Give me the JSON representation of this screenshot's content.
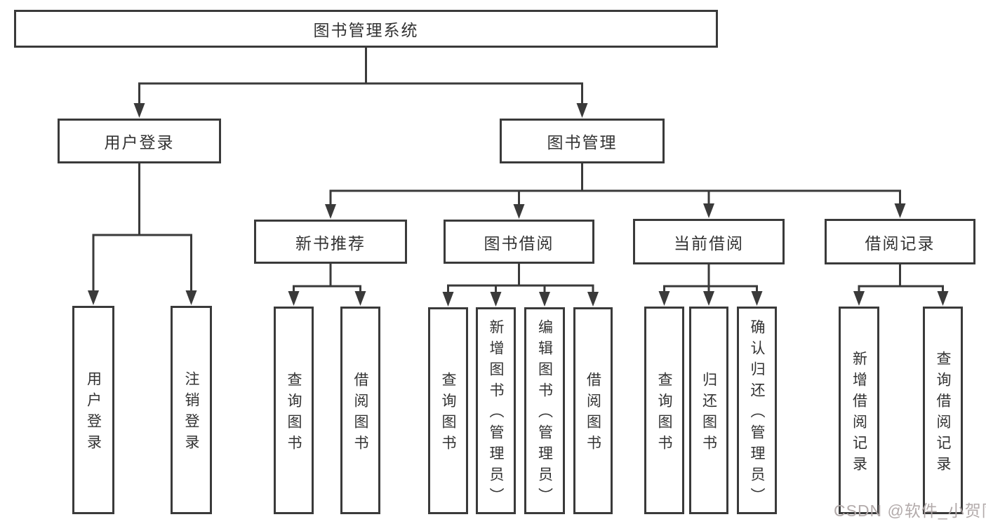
{
  "diagram": {
    "nodes": {
      "root": "图书管理系统",
      "user-login": "用户登录",
      "book-mgmt": "图书管理",
      "new-book-rec": "新书推荐",
      "book-borrow": "图书借阅",
      "current-borrow": "当前借阅",
      "borrow-records": "借阅记录",
      "leaf-user-login": "用户登录",
      "leaf-logout": "注销登录",
      "nbr-query": "查询图书",
      "nbr-borrow": "借阅图书",
      "bb-query": "查询图书",
      "bb-add": "新增图书（管理员）",
      "bb-edit": "编辑图书（管理员）",
      "bb-borrow": "借阅图书",
      "cb-query": "查询图书",
      "cb-return": "归还图书",
      "cb-confirm": "确认归还（管理员）",
      "br-add": "新增借阅记录",
      "br-query": "查询借阅记录"
    },
    "tree": {
      "root": [
        "user-login",
        "book-mgmt"
      ],
      "user-login": [
        "leaf-user-login",
        "leaf-logout"
      ],
      "book-mgmt": [
        "new-book-rec",
        "book-borrow",
        "current-borrow",
        "borrow-records"
      ],
      "new-book-rec": [
        "nbr-query",
        "nbr-borrow"
      ],
      "book-borrow": [
        "bb-query",
        "bb-add",
        "bb-edit",
        "bb-borrow"
      ],
      "current-borrow": [
        "cb-query",
        "cb-return",
        "cb-confirm"
      ],
      "borrow-records": [
        "br-add",
        "br-query"
      ]
    },
    "watermark": "CSDN @软件_小贺同学",
    "colors": {
      "line": "#3a3a3a",
      "text": "#333333",
      "box_background": "#ffffff",
      "watermark": "#afa6a6"
    }
  }
}
